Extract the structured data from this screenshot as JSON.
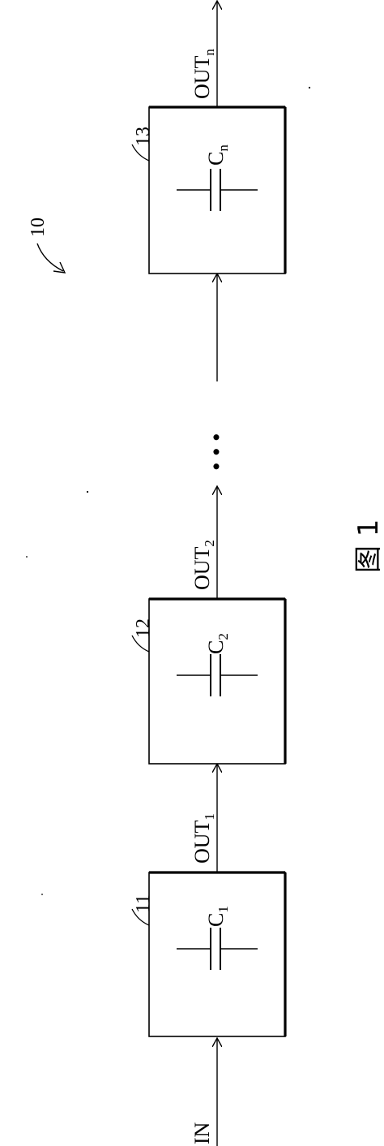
{
  "figure": {
    "caption": "图 1",
    "reference_numeral": "10"
  },
  "input_label": "IN",
  "stages": [
    {
      "numeral": "11",
      "capacitor": {
        "main": "C",
        "sub": "1"
      },
      "output": {
        "main": "OUT",
        "sub": "1"
      }
    },
    {
      "numeral": "12",
      "capacitor": {
        "main": "C",
        "sub": "2"
      },
      "output": {
        "main": "OUT",
        "sub": "2"
      }
    },
    {
      "numeral": "13",
      "capacitor": {
        "main": "C",
        "sub": "n"
      },
      "output": {
        "main": "OUT",
        "sub": "n"
      }
    }
  ],
  "ellipsis": "• • •"
}
